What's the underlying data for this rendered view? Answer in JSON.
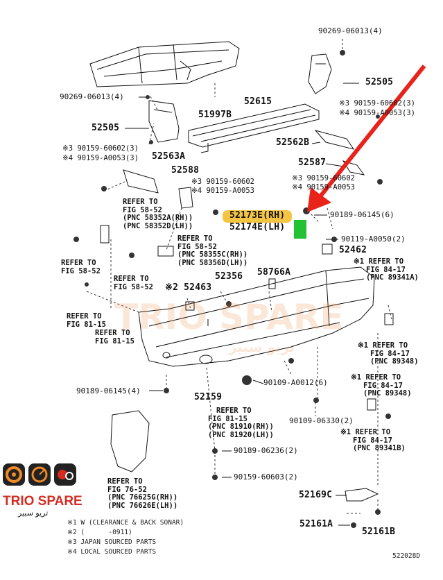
{
  "labels": {
    "bolt_top": "90269-06013(4)",
    "bracket_rh": "52505",
    "note3_rh": "※3 90159-60602(3)",
    "note4_rh": "※4 90159-A0053(3)",
    "bolt_left": "90269-06013(4)",
    "bracket_lh": "52505",
    "note3_lh": "※3 90159-60602(3)",
    "note4_lh": "※4 90159-A0053(3)",
    "p52563a": "52563A",
    "p51997b": "51997B",
    "p52615": "52615",
    "p52562b": "52562B",
    "p52587": "52587",
    "note3_mid": "※3 90159-60602",
    "note4_mid": "※4 90159-A0053",
    "p52588": "52588",
    "note3_c": "※3 90159-60602",
    "note4_c": "※4 90159-A0053",
    "rh_part": "52173E(RH)",
    "lh_part": "52174E(LH)",
    "p90189_06145_6": "90189-06145(6)",
    "p90119": "90119-A0050(2)",
    "p52462": "52462",
    "ref_58_52_a_l1": "REFER TO",
    "ref_58_52_a_l2": "FIG 58-52",
    "ref_58_52_a_l3": "(PNC 58352A(RH))",
    "ref_58_52_a_l4": "(PNC 58352D(LH))",
    "ref_58_52_b_l1": "REFER TO",
    "ref_58_52_b_l2": "FIG 58-52",
    "ref_58_52_b_l3": "(PNC 58355C(RH))",
    "ref_58_52_b_l4": "(PNC 58356D(LH))",
    "ref_58_52_c_l1": "REFER TO",
    "ref_58_52_c_l2": "FIG 58-52",
    "ref_58_52_d_l1": "REFER TO",
    "ref_58_52_d_l2": "FIG 58-52",
    "ref_84_17_a_l1": "※1 REFER TO",
    "ref_84_17_a_l2": "FIG 84-17",
    "ref_84_17_a_l3": "(PNC 89341A)",
    "p52463": "※2 52463",
    "p52356": "52356",
    "p58766a": "58766A",
    "ref_81_15_a_l1": "REFER TO",
    "ref_81_15_a_l2": "FIG 81-15",
    "ref_81_15_b_l1": "REFER TO",
    "ref_81_15_b_l2": "FIG 81-15",
    "ref_84_17_b_l1": "※1 REFER TO",
    "ref_84_17_b_l2": "FIG 84-17",
    "ref_84_17_b_l3": "(PNC 89348)",
    "ref_84_17_c_l1": "※1 REFER TO",
    "ref_84_17_c_l2": "FIG 84-17",
    "ref_84_17_c_l3": "(PNC 89348)",
    "p90189_06145_4": "90189-06145(4)",
    "p52159": "52159",
    "p90109_a0012": "90109-A0012(6)",
    "p90109_06330": "90109-06330(2)",
    "ref_81_15_c_l1": "REFER TO",
    "ref_81_15_c_l2": "FIG 81-15",
    "ref_81_15_c_l3": "(PNC 81910(RH))",
    "ref_81_15_c_l4": "(PNC 81920(LH))",
    "ref_84_17_d_l1": "※1 REFER TO",
    "ref_84_17_d_l2": "FIG 84-17",
    "ref_84_17_d_l3": "(PNC 89341B)",
    "p90189_06236": "90189-06236(2)",
    "p90159_60603": "90159-60603(2)",
    "ref_76_52_l1": "REFER TO",
    "ref_76_52_l2": "FIG 76-52",
    "ref_76_52_l3": "(PNC 76625G(RH))",
    "ref_76_52_l4": "(PNC 76626E(LH))",
    "p52169c": "52169C",
    "p52161a": "52161A",
    "p52161b": "52161B"
  },
  "notes": {
    "n1": "※1 W (CLEARANCE & BACK SONAR)",
    "n2": "※2 (      -0911)",
    "n3": "※3 JAPAN SOURCED PARTS",
    "n4": "※4 LOCAL SOURCED PARTS"
  },
  "diagram_id": "522028D",
  "brand": {
    "name": "TRIO SPARE",
    "arabic": "تريو سبير",
    "watermark": "TRIO SPARE",
    "watermark_ar": "تريو سبير"
  },
  "colors": {
    "highlight": "#f4c542",
    "green_marker": "#22c233",
    "arrow": "#e8231a",
    "brand_orange": "#f08a24",
    "brand_red": "#d62b20"
  }
}
